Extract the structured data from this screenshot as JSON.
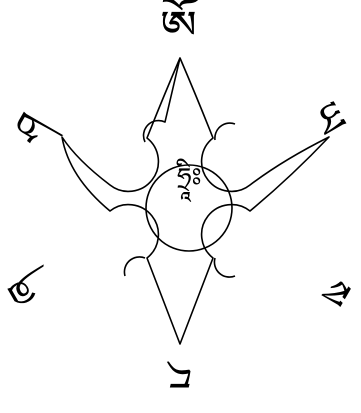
{
  "mantra": {
    "top": "ཨོཾ",
    "top_right": "ཡ",
    "bottom_right": "ས",
    "bottom": "ང",
    "bottom_left": "ཞ",
    "top_left": "ཤ",
    "center": "ཧྲཱིཿ"
  },
  "colors": {
    "ink": "#000000",
    "background": "#ffffff"
  }
}
